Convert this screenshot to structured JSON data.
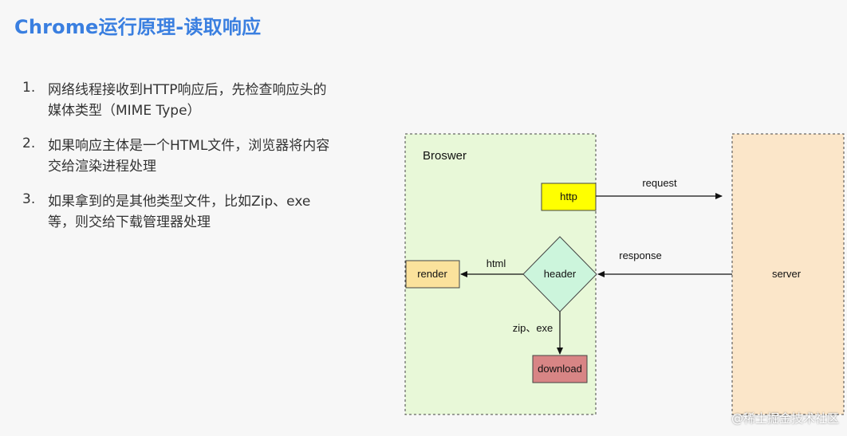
{
  "title": "Chrome运行原理-读取响应",
  "points": [
    {
      "num": "1.",
      "text": "网络线程接收到HTTP响应后，先检查响应头的媒体类型（MIME Type）"
    },
    {
      "num": "2.",
      "text": "如果响应主体是一个HTML文件，浏览器将内容交给渲染进程处理"
    },
    {
      "num": "3.",
      "text": "如果拿到的是其他类型文件，比如Zip、exe等，则交给下载管理器处理"
    }
  ],
  "diagram": {
    "browser_label": "Broswer",
    "nodes": {
      "http": "http",
      "header": "header",
      "render": "render",
      "download": "download",
      "server": "server"
    },
    "edges": {
      "request": "request",
      "response": "response",
      "html": "html",
      "zip_exe": "zip、exe"
    }
  },
  "watermark": "@稀土掘金技术社区",
  "colors": {
    "title": "#3a7fe0",
    "browser_fill": "#e8f8d8",
    "server_fill": "#fbe6c9",
    "http_fill": "#ffff00",
    "header_fill": "#ccf5dc",
    "render_fill": "#fbe29c",
    "download_fill": "#d88585"
  }
}
